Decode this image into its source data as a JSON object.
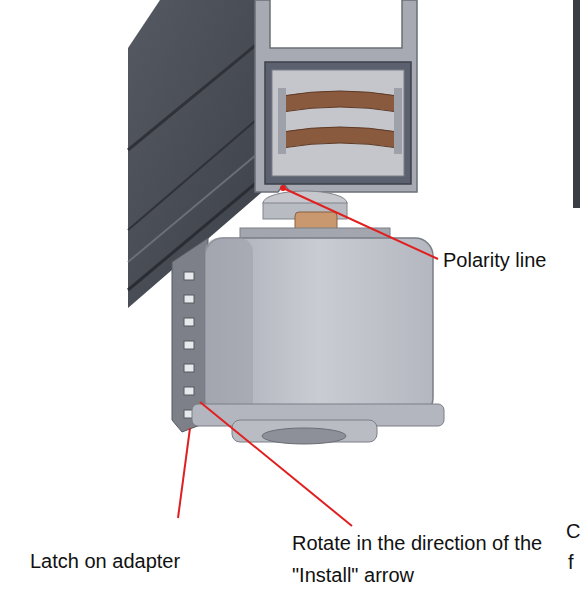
{
  "diagram": {
    "labels": [
      "Polarity line",
      "Latch on adapter",
      "Rotate in the direction of the \"Install\" arrow",
      "C",
      "f"
    ]
  }
}
